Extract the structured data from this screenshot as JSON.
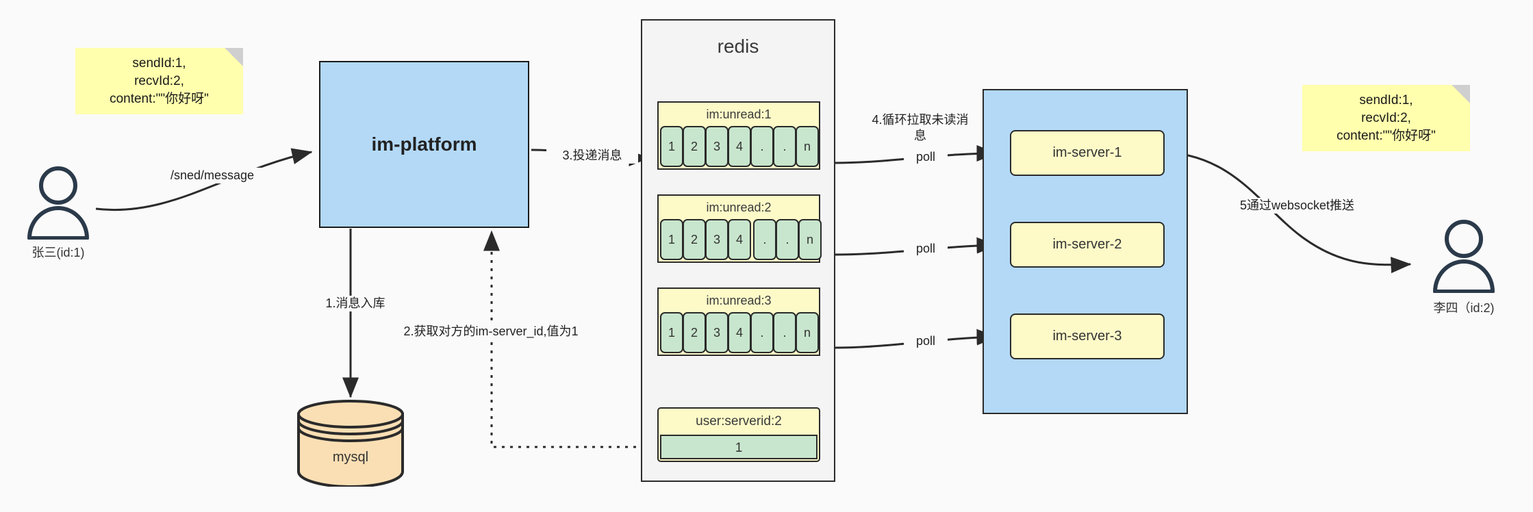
{
  "diagram": {
    "background": "#fafafa",
    "colors": {
      "note": "#ffffad",
      "platform": "#b3d9f7",
      "redis_container": "#f4f4f4",
      "key_header": "#fdfac8",
      "cell": "#c8e6cd",
      "cluster": "#b3d9f7",
      "server": "#fdfac8",
      "mysql": "#fbdfb4",
      "stroke": "#2b2b2b",
      "actor": "#2b3a4a"
    }
  },
  "notes": {
    "left": "sendId:1,\nrecvId:2,\ncontent:\"\"你好呀\"",
    "right": "sendId:1,\nrecvId:2,\ncontent:\"\"你好呀\""
  },
  "actors": {
    "sender": {
      "name": "张三(id:1)",
      "icon": "person-icon"
    },
    "receiver": {
      "name": "李四（id:2)",
      "icon": "person-icon"
    }
  },
  "platform": {
    "label": "im-platform"
  },
  "database": {
    "label": "mysql",
    "icon": "cylinder-icon"
  },
  "redis": {
    "title": "redis",
    "keys": [
      {
        "name": "im:unread:1",
        "cells": [
          "1",
          "2",
          "3",
          "4",
          ".",
          ".",
          "n"
        ]
      },
      {
        "name": "im:unread:2",
        "cells": [
          "1",
          "2",
          "3",
          "4",
          ".",
          ".",
          "n"
        ]
      },
      {
        "name": "im:unread:3",
        "cells": [
          "1",
          "2",
          "3",
          "4",
          ".",
          ".",
          "n"
        ]
      }
    ],
    "server_key": {
      "name": "user:serverid:2",
      "value": "1"
    }
  },
  "cluster": {
    "servers": [
      {
        "label": "im-server-1"
      },
      {
        "label": "im-server-2"
      },
      {
        "label": "im-server-3"
      }
    ]
  },
  "edges": {
    "send_message": "/sned/message",
    "step1": "1.消息入库",
    "step2": "2.获取对方的im-server_id,值为1",
    "step3": "3.投递消息",
    "step4": "4.循环拉取未读消\n息",
    "poll1": "poll",
    "poll2": "poll",
    "poll3": "poll",
    "step5": "5通过websocket推送"
  }
}
